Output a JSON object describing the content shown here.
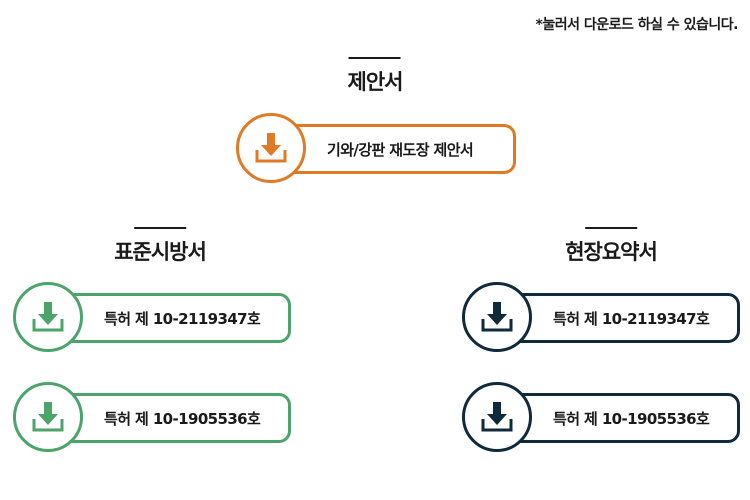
{
  "note": "*눌러서 다운로드 하실 수 있습니다.",
  "sections": {
    "proposal": {
      "title": "제안서",
      "color": "#e07a24",
      "items": [
        {
          "label": "기와/강판 재도장 제안서",
          "icon": "download-icon"
        }
      ]
    },
    "standard": {
      "title": "표준시방서",
      "color": "#4ba46a",
      "items": [
        {
          "label": "특허 제 10-2119347호",
          "icon": "download-icon"
        },
        {
          "label": "특허 제 10-1905536호",
          "icon": "download-icon"
        }
      ]
    },
    "site": {
      "title": "현장요약서",
      "color": "#0f2a3a",
      "items": [
        {
          "label": "특허 제 10-2119347호",
          "icon": "download-icon"
        },
        {
          "label": "특허 제 10-1905536호",
          "icon": "download-icon"
        }
      ]
    }
  }
}
